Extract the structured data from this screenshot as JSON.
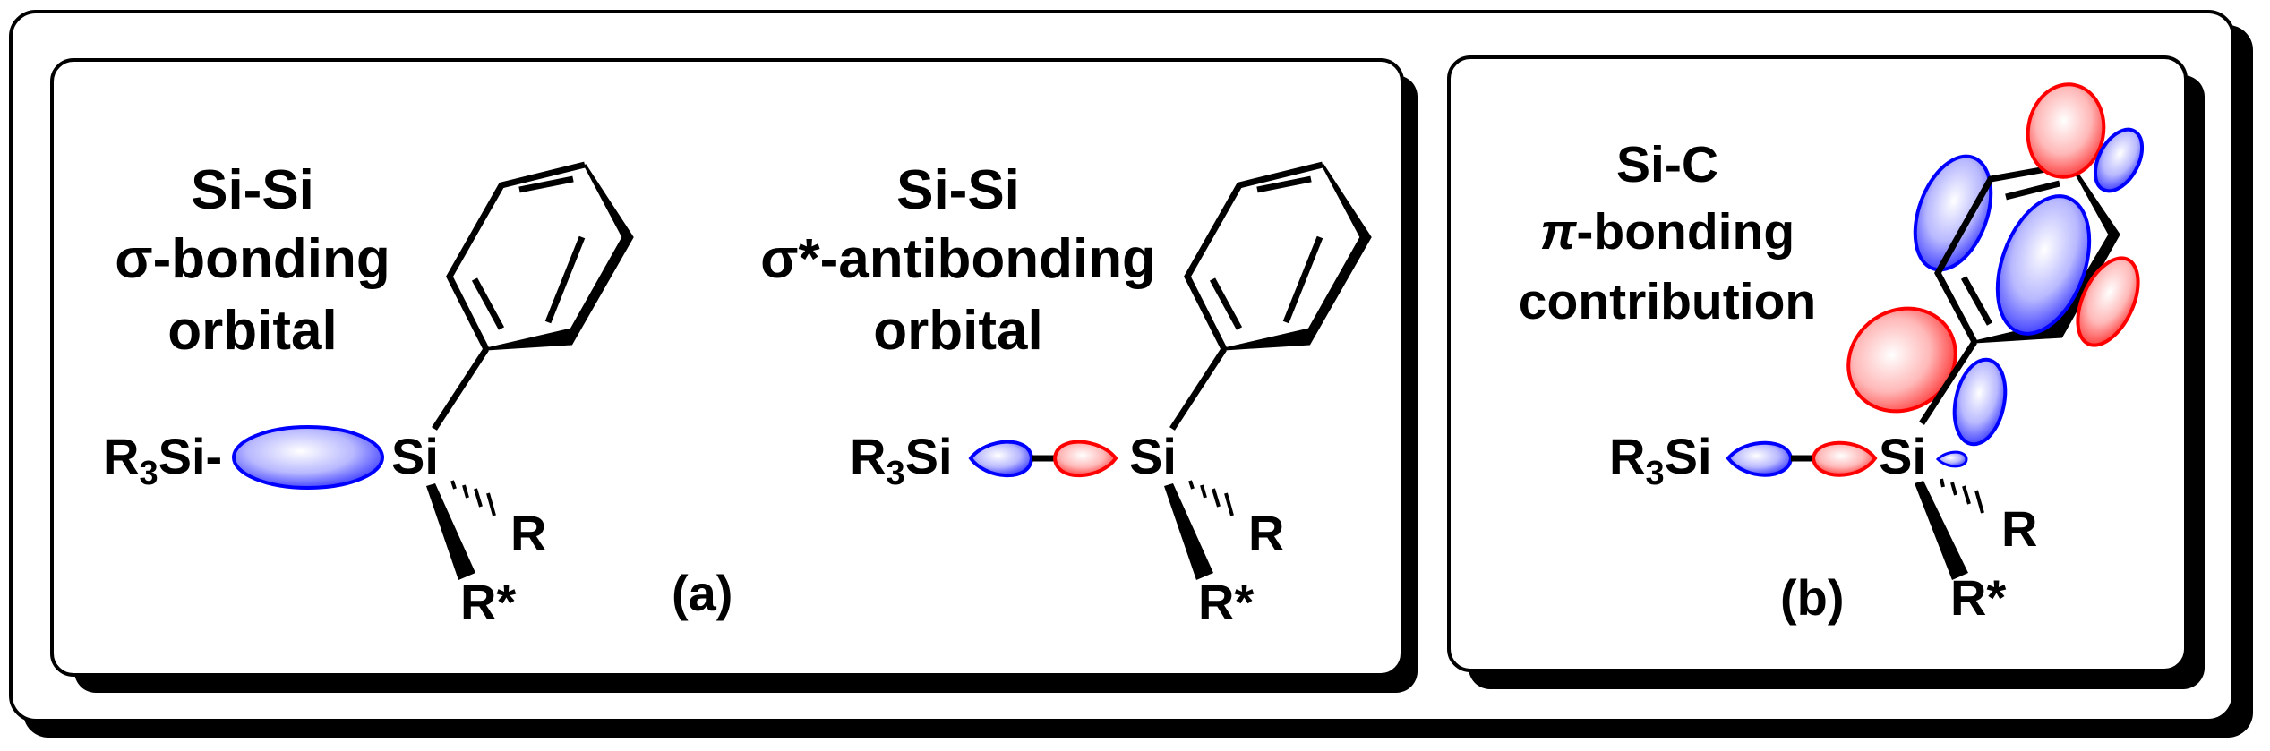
{
  "panel_a": {
    "left": {
      "title": [
        "Si-Si",
        "σ-bonding",
        "orbital"
      ],
      "group": "R",
      "group_sub": "3",
      "group_tail": "Si-",
      "center_atom": "Si",
      "sub_r": "R",
      "sub_rstar": "R*"
    },
    "right": {
      "title": [
        "Si-Si",
        "σ*-antibonding",
        "orbital"
      ],
      "group": "R",
      "group_sub": "3",
      "group_tail": "Si",
      "center_atom": "Si",
      "sub_r": "R",
      "sub_rstar": "R*"
    },
    "caption": "(a)"
  },
  "panel_b": {
    "title": [
      "Si-C",
      "π",
      "-bonding",
      "contribution"
    ],
    "group": "R",
    "group_sub": "3",
    "group_tail": "Si",
    "center_atom": "Si",
    "sub_r": "R",
    "sub_rstar": "R*",
    "caption": "(b)"
  },
  "colors": {
    "positive_lobe": "#0000ff",
    "negative_lobe": "#ff0000"
  }
}
